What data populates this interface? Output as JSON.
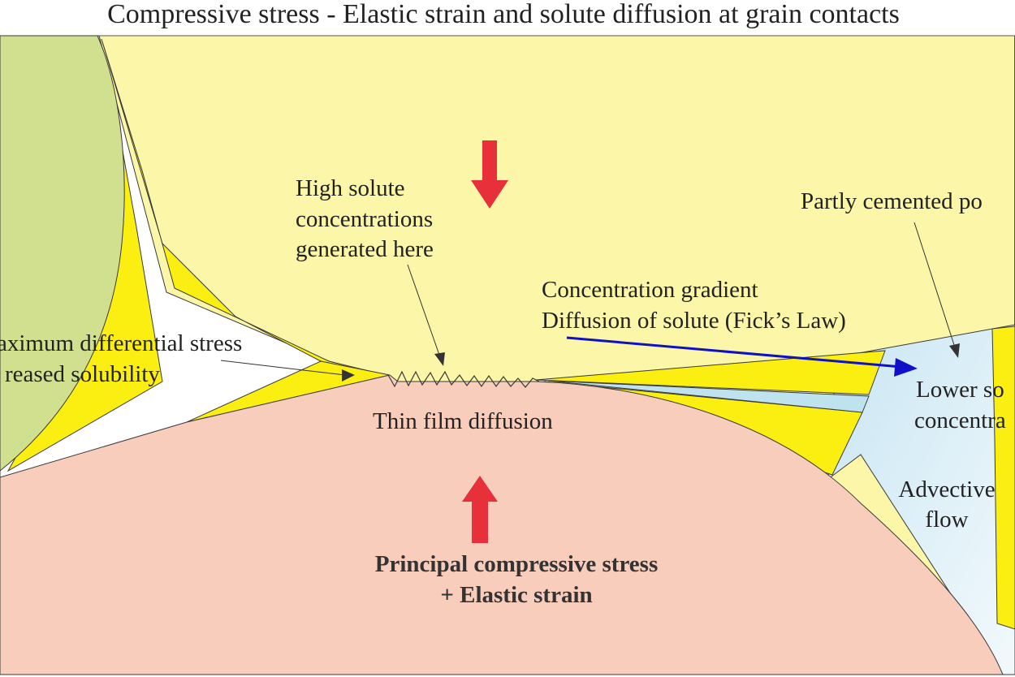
{
  "title": "Compressive stress - Elastic strain and solute diffusion at grain contacts",
  "labels": {
    "high_solute": [
      "High solute",
      "concentrations",
      "generated here"
    ],
    "partly_cemented": "Partly cemented po",
    "concentration_gradient": [
      "Concentration gradient",
      "Diffusion of solute (Fick’s Law)"
    ],
    "max_stress": [
      "aximum differential stress",
      "reased solubility"
    ],
    "thin_film": "Thin film diffusion",
    "lower_solute": [
      "Lower so",
      "concentra"
    ],
    "advective_flow": [
      "Advective",
      "flow"
    ],
    "principal_stress": [
      "Principal compressive stress",
      "+ Elastic strain"
    ]
  },
  "colors": {
    "upper_grain": "#fbf6a8",
    "lower_grain": "#f9cdbb",
    "left_grain": "#d1e08f",
    "cement": "#fbef12",
    "pore": "#ffffff",
    "pore_fluid": "#d5ecf5",
    "stress_arrow": "#e8303a",
    "gradient_arrow": "#1010c8",
    "outline": "#3a3a3a"
  }
}
